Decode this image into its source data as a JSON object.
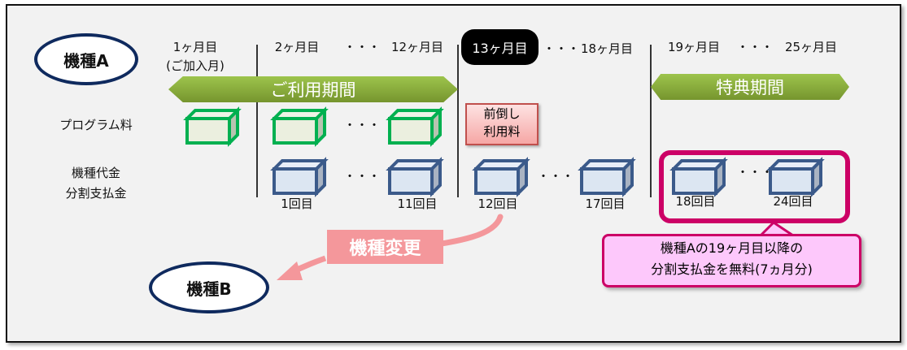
{
  "device_a": "機種A",
  "device_b": "機種B",
  "months": {
    "m1": "1ヶ月目",
    "m1_note": "(ご加入月)",
    "m2": "2ヶ月目",
    "m12": "12ヶ月目",
    "m13": "13ヶ月目",
    "m18": "18ヶ月目",
    "m19": "19ヶ月目",
    "m25": "25ヶ月目",
    "dots": "・・・"
  },
  "periods": {
    "usage": "ご利用期間",
    "benefit": "特典期間"
  },
  "rows": {
    "program_fee": "プログラム料",
    "installment_l1": "機種代金",
    "installment_l2": "分割支払金"
  },
  "advance_fee": {
    "l1": "前倒し",
    "l2": "利用料"
  },
  "installments": [
    "1回目",
    "11回目",
    "12回目",
    "17回目",
    "18回目",
    "24回目"
  ],
  "change_label": "機種変更",
  "callout": {
    "l1": "機種Aの19ヶ月目以降の",
    "l2": "分割支払金を無料(7ヵ月分)"
  },
  "colors": {
    "green_box": "#00b050",
    "blue_box": "#3b5a8a",
    "magenta": "#cc0066",
    "banner": "#8db33a"
  }
}
